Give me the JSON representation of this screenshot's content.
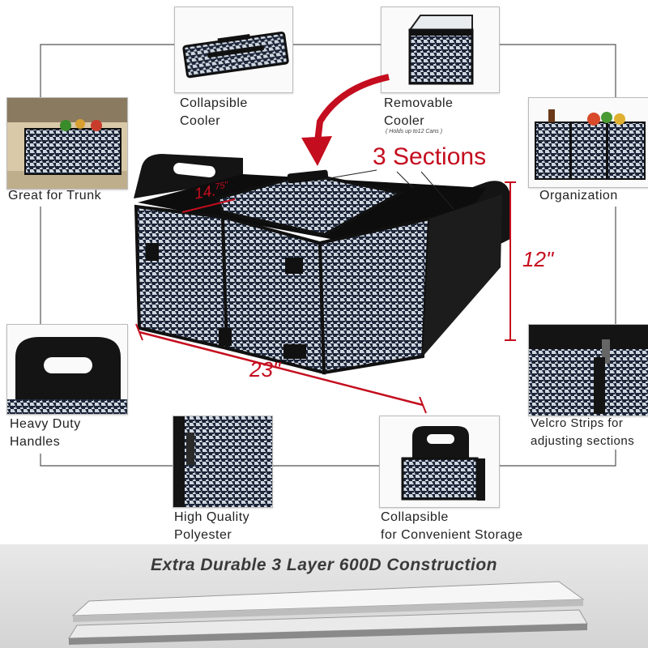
{
  "callouts": {
    "collapsible_cooler": "Collapsible\nCooler",
    "removable_cooler": "Removable\nCooler",
    "removable_cooler_note": "( Holds up to12 Cans )",
    "great_for_trunk": "Great for Trunk",
    "organization": "Organization",
    "heavy_duty_handles": "Heavy Duty\nHandles",
    "velcro_strips": "Velcro Strips for\nadjusting sections",
    "high_quality_polyester": "High Quality\nPolyester",
    "collapsible_storage": "Collapsible\nfor Convenient Storage"
  },
  "annotations": {
    "sections": "3 Sections",
    "depth_main": "14.",
    "depth_fraction": "75\"",
    "height": "12\"",
    "width": "23\""
  },
  "banner": "Extra Durable 3 Layer 600D Construction",
  "colors": {
    "accent_red": "#c40d1e",
    "fabric_dark": "#1c2538",
    "fabric_light": "#cfd6df"
  }
}
